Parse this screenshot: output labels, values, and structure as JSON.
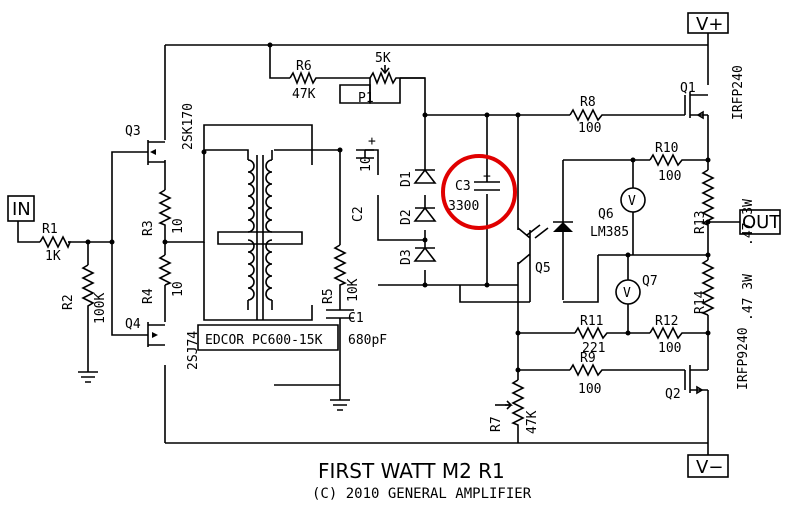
{
  "title": "FIRST WATT M2 R1",
  "subtitle": "(C) 2010 GENERAL AMPLIFIER",
  "terminals": {
    "vplus": "V+",
    "vminus": "V−",
    "in": "IN",
    "out": "OUT"
  },
  "parts": {
    "r1": {
      "ref": "R1",
      "value": "1K"
    },
    "r2": {
      "ref": "R2",
      "value": "100K"
    },
    "r3": {
      "ref": "R3",
      "value": "10"
    },
    "r4": {
      "ref": "R4",
      "value": "10"
    },
    "r5": {
      "ref": "R5",
      "value": "10K"
    },
    "r6": {
      "ref": "R6",
      "value": "47K"
    },
    "r7": {
      "ref": "R7",
      "value": "47K"
    },
    "r8": {
      "ref": "R8",
      "value": "100"
    },
    "r9": {
      "ref": "R9",
      "value": "100"
    },
    "r10": {
      "ref": "R10",
      "value": "100"
    },
    "r11": {
      "ref": "R11",
      "value": "221"
    },
    "r12": {
      "ref": "R12",
      "value": "100"
    },
    "r13": {
      "ref": "R13",
      "value": ".47 3W"
    },
    "r14": {
      "ref": "R14",
      "value": ".47 3W"
    },
    "p1": {
      "ref": "P1",
      "value": "5K"
    },
    "c1": {
      "ref": "C1",
      "value": "680pF"
    },
    "c2": {
      "ref": "C2",
      "value": "10"
    },
    "c3": {
      "ref": "C3",
      "value": "3300"
    },
    "d1": {
      "ref": "D1"
    },
    "d2": {
      "ref": "D2"
    },
    "d3": {
      "ref": "D3"
    },
    "q1": {
      "ref": "Q1",
      "value": "IRFP240"
    },
    "q2": {
      "ref": "Q2",
      "value": "IRFP9240"
    },
    "q3": {
      "ref": "Q3",
      "value": "2SK170"
    },
    "q4": {
      "ref": "Q4",
      "value": "2SJ74"
    },
    "q5": {
      "ref": "Q5"
    },
    "q6": {
      "ref": "Q6",
      "value": "LM385",
      "symbol": "V"
    },
    "q7": {
      "ref": "Q7",
      "symbol": "V"
    },
    "t1": {
      "value": "EDCOR PC600-15K"
    }
  },
  "highlight_color": "#e00000"
}
